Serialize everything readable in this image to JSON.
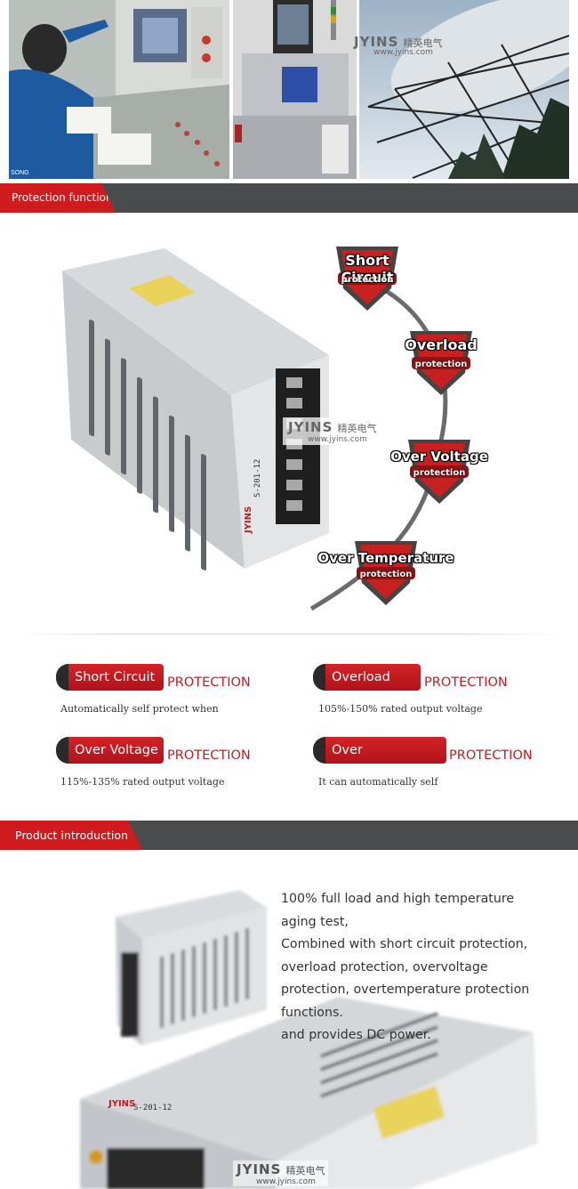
{
  "watermark": {
    "brand": "JYINS",
    "brand_cn": "精英电气",
    "url": "www.jyins.com"
  },
  "photo1": {
    "caption": "SONG"
  },
  "section_protection": {
    "title": "Protection function"
  },
  "shields": [
    {
      "name": "Short Circuit",
      "sub": "protection"
    },
    {
      "name": "Overload",
      "sub": "protection"
    },
    {
      "name": "Over Voltage",
      "sub": "protection"
    },
    {
      "name": "Over Temperature",
      "sub": "protection"
    }
  ],
  "psu_label": {
    "brand": "JYINS",
    "model": "S-201-12"
  },
  "protections": [
    {
      "label": "Short Circuit",
      "word": "PROTECTION",
      "desc": "Automatically self protect when"
    },
    {
      "label": "Overload",
      "word": "PROTECTION",
      "desc": "105%-150% rated output voltage"
    },
    {
      "label": "Over Voltage",
      "word": "PROTECTION",
      "desc": "115%-135% rated output voltage"
    },
    {
      "label": "Over Temperature",
      "word": "PROTECTION",
      "desc": "It can automatically self"
    }
  ],
  "section_intro": {
    "title": "Product introduction"
  },
  "intro": {
    "lines": [
      "100% full load and high temperature aging test,",
      "Combined with short circuit protection, overload protection, overvoltage protection, overtemperature protection functions.",
      "and provides DC power."
    ]
  },
  "colors": {
    "accent": "#cf1b1d",
    "bar": "#4a4b4d",
    "text": "#333333"
  }
}
